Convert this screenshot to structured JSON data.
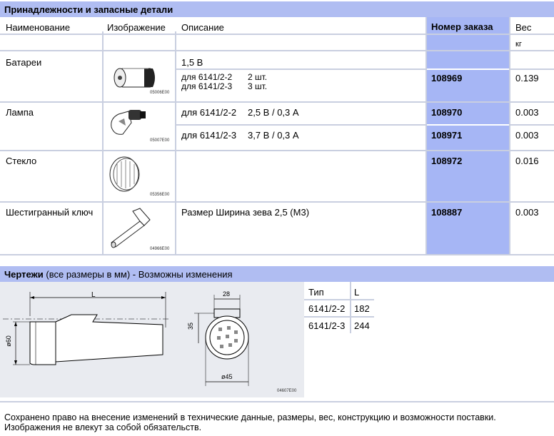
{
  "section1": {
    "title": "Принадлежности и запасные детали",
    "headers": {
      "name": "Наименование",
      "image": "Изображение",
      "desc": "Описание",
      "order": "Номер заказа",
      "weight": "Вес",
      "weight_unit": "кг"
    },
    "rows": [
      {
        "name": "Батареи",
        "image_code": "05006E00",
        "desc_head": "1,5 В",
        "desc_a": "для 6141/2-2",
        "desc_a_val": "2 шт.",
        "desc_b": "для 6141/2-3",
        "desc_b_val": "3 шт.",
        "order": "108969",
        "weight": "0.139"
      },
      {
        "name": "Лампа",
        "image_code": "05007E00",
        "desc1": "для 6141/2-2",
        "desc1_val": "2,5 В / 0,3 А",
        "order1": "108970",
        "weight1": "0.003",
        "desc2": "для 6141/2-3",
        "desc2_val": "3,7 В / 0,3 А",
        "order2": "108971",
        "weight2": "0.003"
      },
      {
        "name": "Стекло",
        "image_code": "05356E00",
        "order": "108972",
        "weight": "0.016"
      },
      {
        "name": "Шестигранный ключ",
        "image_code": "04966E00",
        "desc": "Размер Ширина зева 2,5 (M3)",
        "order": "108887",
        "weight": "0.003"
      }
    ]
  },
  "section2": {
    "title_bold": "Чертежи",
    "title_rest": " (все размеры в мм) - Возможны изменения",
    "drawing_code": "04607E00",
    "dims": {
      "L": "L",
      "d60": "ø60",
      "w28": "28",
      "h35": "35",
      "d45": "ø45"
    },
    "table": {
      "col_type": "Тип",
      "col_L": "L",
      "rows": [
        {
          "type": "6141/2-2",
          "L": "182"
        },
        {
          "type": "6141/2-3",
          "L": "244"
        }
      ]
    }
  },
  "footer": {
    "line1": "Сохранено право на внесение изменений в технические данные, размеры, вес, конструкцию и возможности поставки.",
    "line2": "Изображения не влекут за собой обязательств."
  }
}
